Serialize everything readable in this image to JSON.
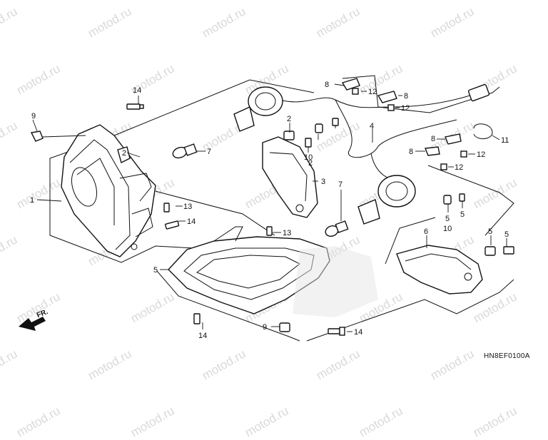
{
  "watermark": "motod.ru",
  "diagram_code": "HN8EF0100A",
  "direction_label": "FR.",
  "callouts": {
    "c1": "1",
    "c2a": "2",
    "c2b": "2",
    "c2c": "2",
    "c3": "3",
    "c4": "4",
    "c5a": "5",
    "c5b": "5",
    "c5c": "5",
    "c6": "6",
    "c7a": "7",
    "c7b": "7",
    "c8a": "8",
    "c8b": "8",
    "c8c": "8",
    "c8d": "8",
    "c9a": "9",
    "c9b": "9",
    "c10a": "10",
    "c10b": "10",
    "c11": "11",
    "c12a": "12",
    "c12b": "12",
    "c12c": "12",
    "c12d": "12",
    "c13a": "13",
    "c13b": "13",
    "c14a": "14",
    "c14b": "14",
    "c14c": "14",
    "c14d": "14"
  }
}
